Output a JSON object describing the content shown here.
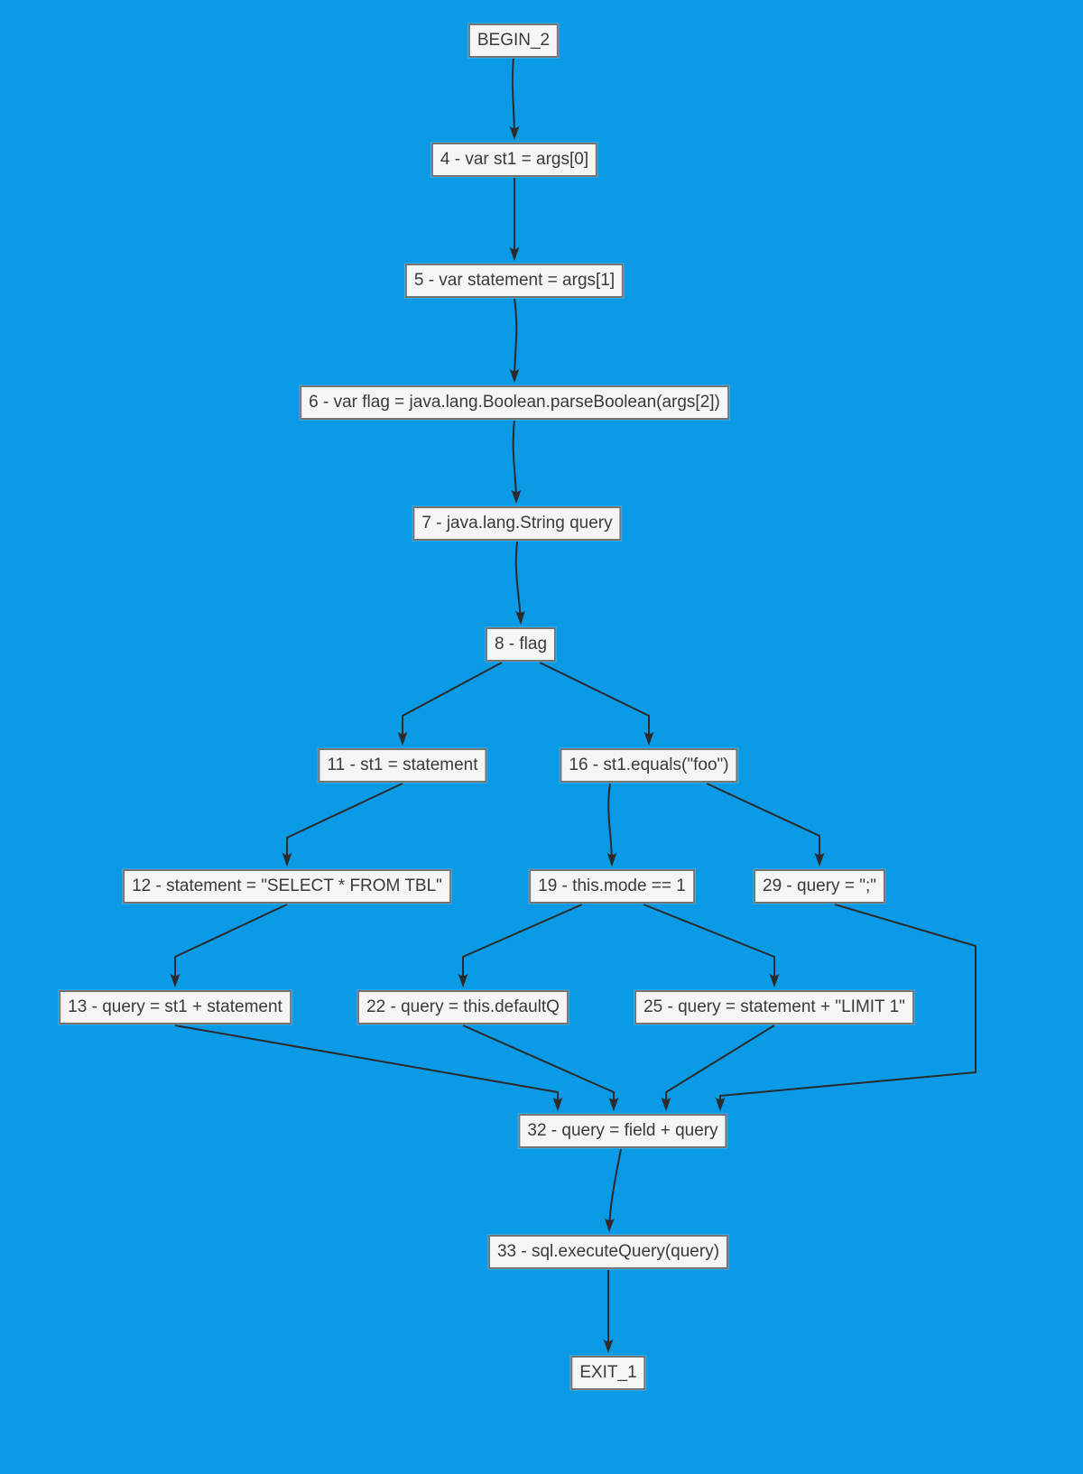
{
  "diagram": {
    "title": "control-flow-graph",
    "colors": {
      "background": "#0a9ae6",
      "node_fill": "#f5f5f5",
      "node_border": "#757575",
      "node_text": "#3a3a3a",
      "edge": "#2b2b2b"
    },
    "nodes": [
      {
        "id": "BEGIN_2",
        "label": "BEGIN_2"
      },
      {
        "id": "4",
        "label": "4 - var st1 = args[0]"
      },
      {
        "id": "5",
        "label": "5 - var statement = args[1]"
      },
      {
        "id": "6",
        "label": "6 - var flag = java.lang.Boolean.parseBoolean(args[2])"
      },
      {
        "id": "7",
        "label": "7 - java.lang.String query"
      },
      {
        "id": "8",
        "label": "8 - flag"
      },
      {
        "id": "11",
        "label": "11 - st1 = statement"
      },
      {
        "id": "16",
        "label": "16 - st1.equals(\"foo\")"
      },
      {
        "id": "12",
        "label": "12 - statement = \"SELECT * FROM TBL\""
      },
      {
        "id": "19",
        "label": "19 - this.mode == 1"
      },
      {
        "id": "29",
        "label": "29 - query = \";\""
      },
      {
        "id": "13",
        "label": "13 - query = st1 + statement"
      },
      {
        "id": "22",
        "label": "22 - query = this.defaultQ"
      },
      {
        "id": "25",
        "label": "25 - query = statement + \"LIMIT 1\""
      },
      {
        "id": "32",
        "label": "32 - query = field + query"
      },
      {
        "id": "33",
        "label": "33 - sql.executeQuery(query)"
      },
      {
        "id": "EXIT_1",
        "label": "EXIT_1"
      }
    ],
    "edges": [
      {
        "from": "BEGIN_2",
        "to": "4"
      },
      {
        "from": "4",
        "to": "5"
      },
      {
        "from": "5",
        "to": "6"
      },
      {
        "from": "6",
        "to": "7"
      },
      {
        "from": "7",
        "to": "8"
      },
      {
        "from": "8",
        "to": "11"
      },
      {
        "from": "8",
        "to": "16"
      },
      {
        "from": "11",
        "to": "12"
      },
      {
        "from": "16",
        "to": "19"
      },
      {
        "from": "16",
        "to": "29"
      },
      {
        "from": "12",
        "to": "13"
      },
      {
        "from": "19",
        "to": "22"
      },
      {
        "from": "19",
        "to": "25"
      },
      {
        "from": "13",
        "to": "32"
      },
      {
        "from": "22",
        "to": "32"
      },
      {
        "from": "25",
        "to": "32"
      },
      {
        "from": "29",
        "to": "32"
      },
      {
        "from": "32",
        "to": "33"
      },
      {
        "from": "33",
        "to": "EXIT_1"
      }
    ]
  }
}
